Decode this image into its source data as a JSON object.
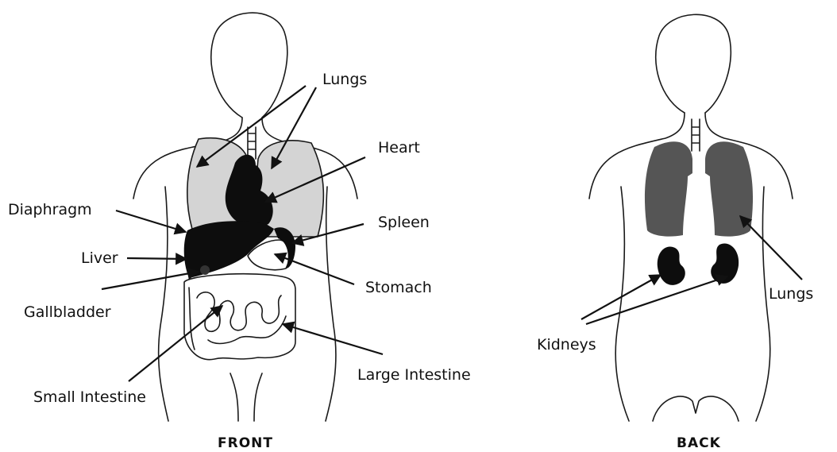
{
  "front": {
    "caption": "FRONT",
    "labels": {
      "lungs": "Lungs",
      "heart": "Heart",
      "diaphragm": "Diaphragm",
      "spleen": "Spleen",
      "liver": "Liver",
      "stomach": "Stomach",
      "gallbladder": "Gallbladder",
      "large_intestine": "Large Intestine",
      "small_intestine": "Small Intestine"
    }
  },
  "back": {
    "caption": "BACK",
    "labels": {
      "lungs": "Lungs",
      "kidneys": "Kidneys"
    }
  },
  "colors": {
    "front_lungs": "#d4d4d4",
    "back_lungs": "#555555",
    "organ_dark": "#0d0d0d",
    "line": "#1a1a1a"
  }
}
